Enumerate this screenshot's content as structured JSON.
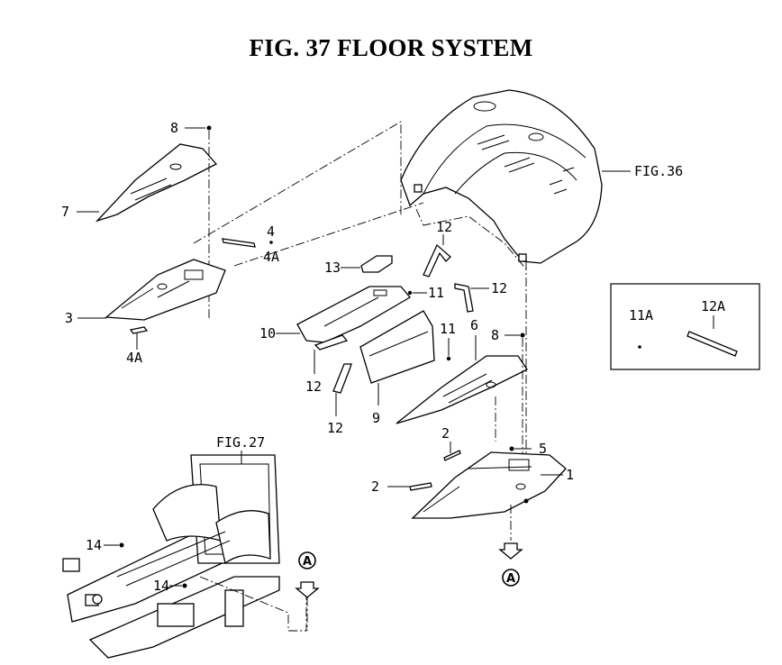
{
  "title": "FIG. 37  FLOOR SYSTEM",
  "callouts": {
    "c1": "1",
    "c2a": "2",
    "c2b": "2",
    "c3": "3",
    "c4": "4",
    "c4a_top": "4A",
    "c4a_bottom": "4A",
    "c5": "5",
    "c6": "6",
    "c7": "7",
    "c8a": "8",
    "c8b": "8",
    "c9": "9",
    "c10": "10",
    "c11a": "11",
    "c11b": "11",
    "c12a": "12",
    "c12b": "12",
    "c12c": "12",
    "c12d": "12",
    "c13": "13",
    "c14a": "14",
    "c14b": "14",
    "fig36": "FIG.36",
    "fig27": "FIG.27",
    "inset_11a": "11A",
    "inset_12a": "12A",
    "marker_a1": "A",
    "marker_a2": "A"
  }
}
